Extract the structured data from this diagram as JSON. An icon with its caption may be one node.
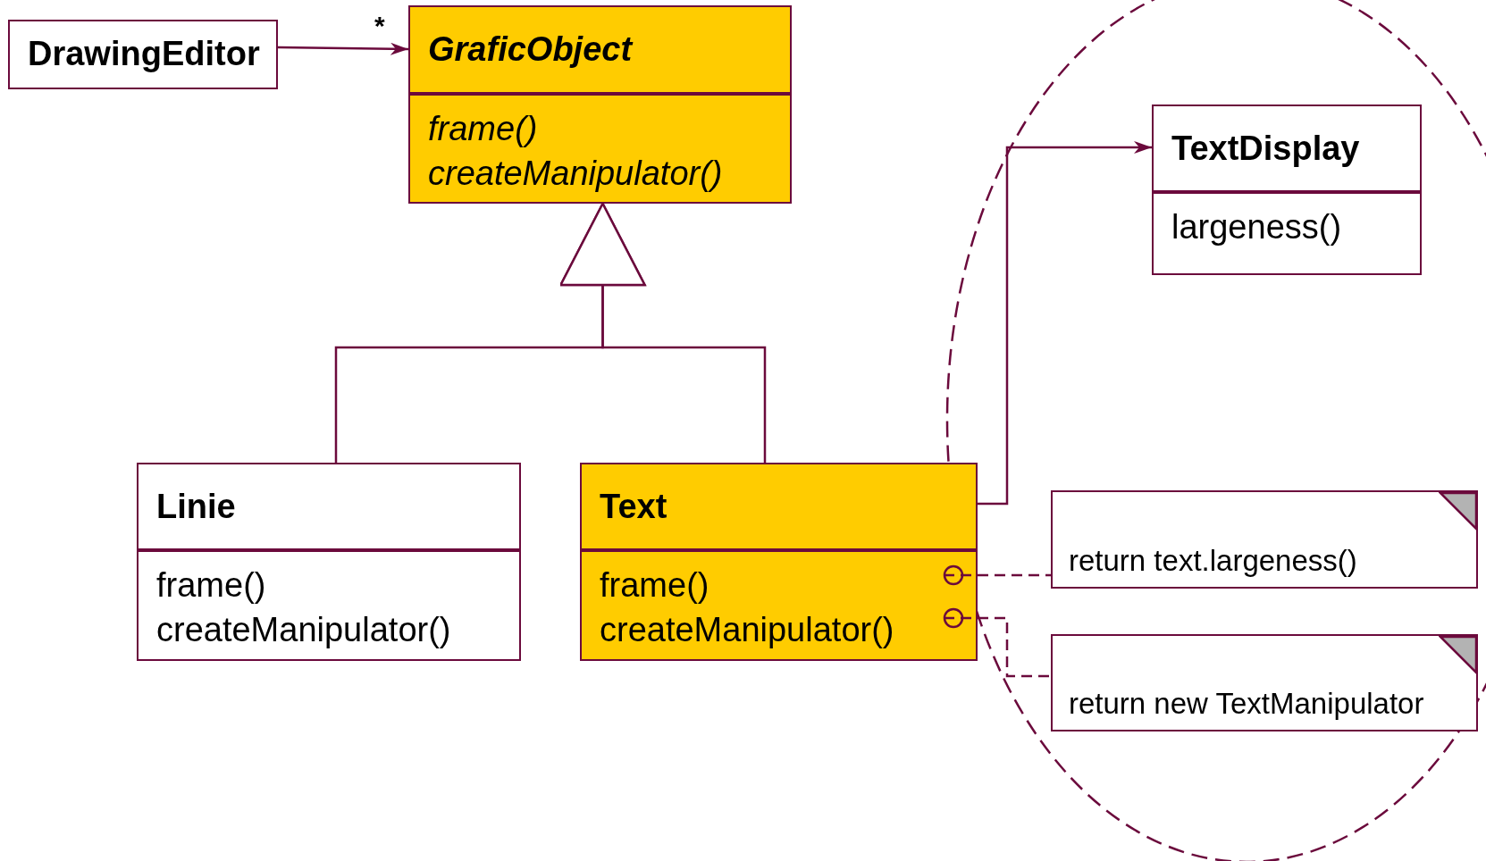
{
  "diagram": {
    "nodes": [
      {
        "text": [
          "DrawingEditor"
        ]
      },
      {
        "text": [
          "GraficObject",
          "frame()",
          "createManipulator()"
        ]
      },
      {
        "text": [
          "Linie",
          "frame()",
          "createManipulator()"
        ]
      },
      {
        "text": [
          "Text",
          "frame()",
          "createManipulator()"
        ]
      },
      {
        "text": [
          "TextDisplay",
          "largeness()"
        ]
      },
      {
        "text": [
          "return text.largeness()"
        ]
      },
      {
        "text": [
          "return new TextManipulator"
        ]
      }
    ],
    "edges": [
      {
        "from": 0,
        "to": 1,
        "arrow": "to",
        "label": "*"
      },
      {
        "from": 2,
        "to": 1,
        "arrow": "to"
      },
      {
        "from": 3,
        "to": 1,
        "arrow": "to"
      },
      {
        "from": 3,
        "to": 4,
        "arrow": "to"
      },
      {
        "from": 3,
        "to": 5,
        "arrow": "other",
        "style": "dashed"
      },
      {
        "from": 3,
        "to": 6,
        "arrow": "other",
        "style": "dashed"
      }
    ]
  }
}
